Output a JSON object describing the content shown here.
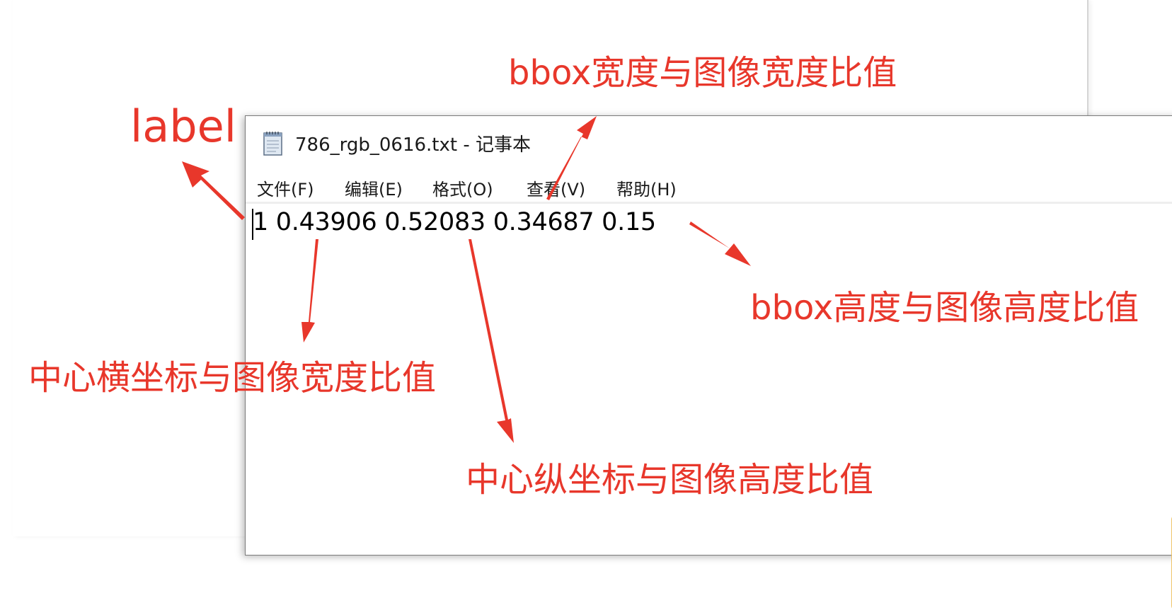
{
  "notepad": {
    "title": "786_rgb_0616.txt - 记事本",
    "icon": "notepad-icon",
    "menu": [
      "文件(F)",
      "编辑(E)",
      "格式(O)",
      "查看(V)",
      "帮助(H)"
    ],
    "content": "1 0.43906 0.52083 0.34687 0.15"
  },
  "annotations": {
    "label": "label",
    "bbox_width_ratio": "bbox宽度与图像宽度比值",
    "bbox_height_ratio": "bbox高度与图像高度比值",
    "center_x_ratio": "中心横坐标与图像宽度比值",
    "center_y_ratio": "中心纵坐标与图像高度比值"
  },
  "colors": {
    "annotation": "#e8372b"
  }
}
